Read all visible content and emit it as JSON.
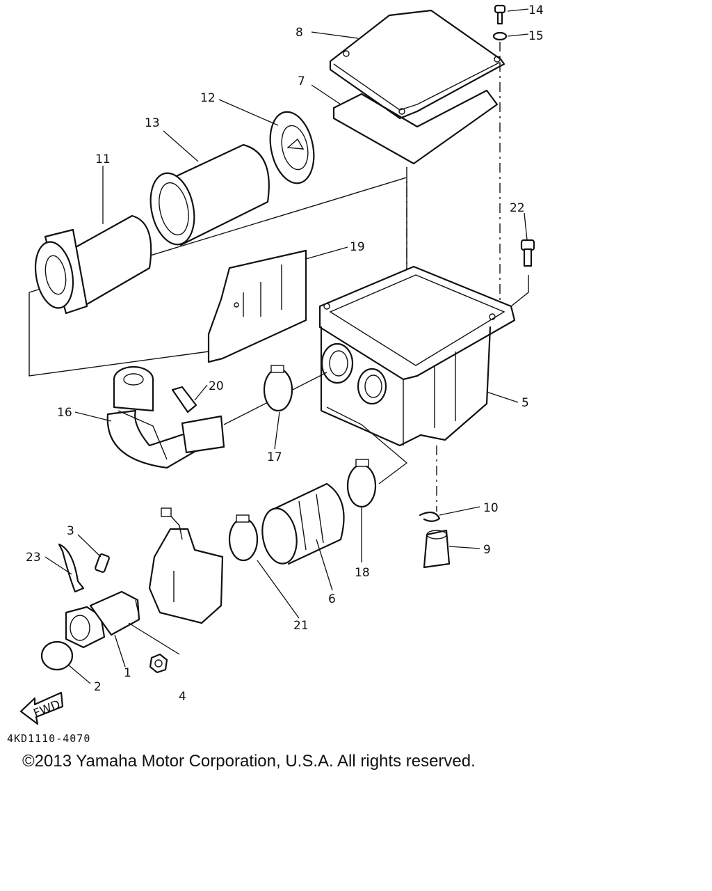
{
  "callouts": {
    "c1": "1",
    "c2": "2",
    "c3": "3",
    "c4": "4",
    "c5": "5",
    "c6": "6",
    "c7": "7",
    "c8": "8",
    "c9": "9",
    "c10": "10",
    "c11": "11",
    "c12": "12",
    "c13": "13",
    "c14": "14",
    "c15": "15",
    "c16": "16",
    "c17": "17",
    "c18": "18",
    "c19": "19",
    "c20": "20",
    "c21": "21",
    "c22": "22",
    "c23": "23"
  },
  "direction_label": "FWD",
  "drawing_code": "4KD1110-4070",
  "copyright": "©2013 Yamaha Motor Corporation, U.S.A. All rights reserved."
}
